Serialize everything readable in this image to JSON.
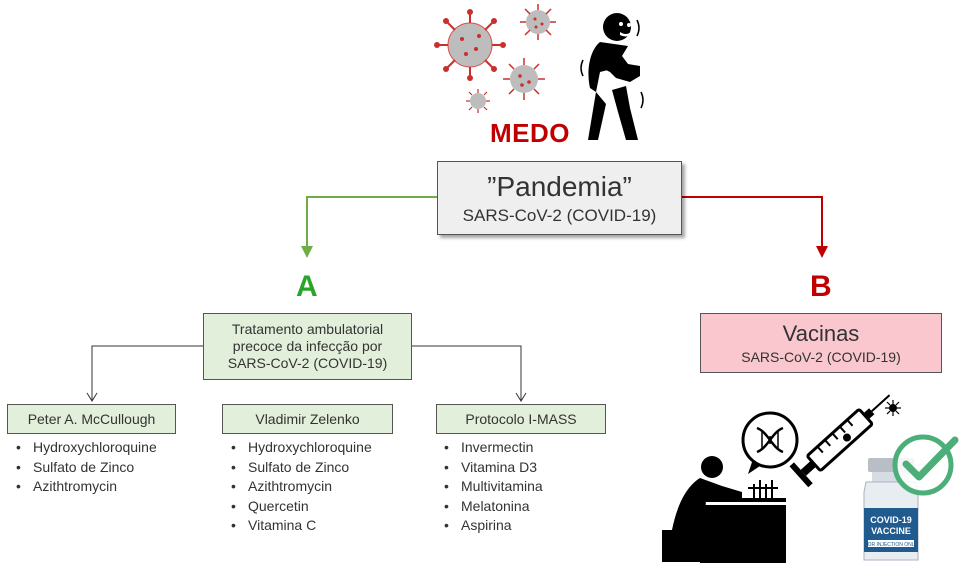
{
  "medo": "MEDO",
  "pandemia": {
    "title": "”Pandemia”",
    "subtitle": "SARS-CoV-2 (COVID-19)"
  },
  "branch_a": {
    "letter": "A",
    "color": "#2aa52a",
    "treatment_lines": [
      "Tratamento ambulatorial",
      "precoce da infecção por",
      "SARS-CoV-2 (COVID-19)"
    ],
    "protocols": [
      {
        "name": "Peter A. McCullough",
        "items": [
          "Hydroxychloroquine",
          "Sulfato de Zinco",
          "Azithtromycin"
        ]
      },
      {
        "name": "Vladimir Zelenko",
        "items": [
          "Hydroxychloroquine",
          "Sulfato de Zinco",
          "Azithtromycin",
          "Quercetin",
          "Vitamina C"
        ]
      },
      {
        "name": "Protocolo I-MASS",
        "items": [
          "Invermectin",
          "Vitamina D3",
          "Multivitamina",
          "Melatonina",
          "Aspirina"
        ]
      }
    ]
  },
  "branch_b": {
    "letter": "B",
    "color": "#c00000",
    "title": "Vacinas",
    "subtitle": "SARS-CoV-2 (COVID-19)"
  },
  "vaccine_label": {
    "line1": "COVID-19",
    "line2": "VACCINE",
    "line3": "FOR INJECTION ONLY"
  },
  "icons": [
    "virus-icon",
    "scared-person-icon",
    "scientist-icon",
    "dna-icon",
    "syringe-icon",
    "vaccine-vial-icon",
    "checkmark-icon"
  ]
}
